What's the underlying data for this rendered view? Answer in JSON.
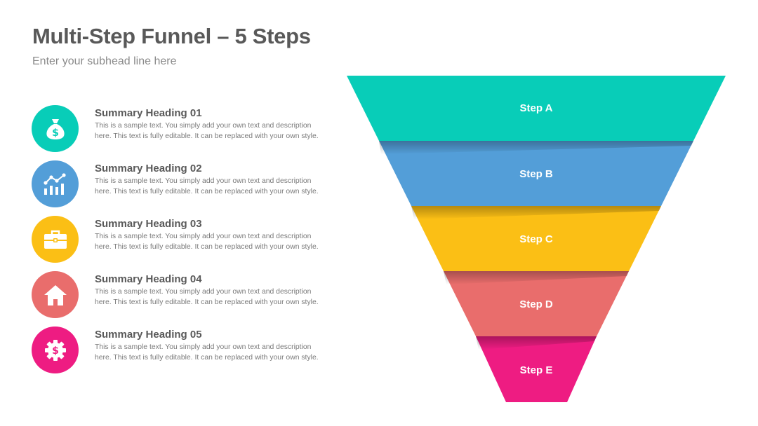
{
  "title": "Multi-Step Funnel – 5 Steps",
  "subtitle": "Enter your subhead line here",
  "summaries": [
    {
      "heading": "Summary Heading 01",
      "text": "This is a sample text. You simply add your own text and description here. This text is fully editable. It can be replaced with your own style.",
      "icon": "money-bag-icon",
      "color": "#08CDB8"
    },
    {
      "heading": "Summary Heading 02",
      "text": "This is a sample text. You simply add your own text and description here. This text is fully editable. It can be replaced with your own style.",
      "icon": "chart-icon",
      "color": "#539ED8"
    },
    {
      "heading": "Summary Heading 03",
      "text": "This is a sample text. You simply add your own text and description here. This text is fully editable. It can be replaced with your own style.",
      "icon": "briefcase-icon",
      "color": "#FBBF15"
    },
    {
      "heading": "Summary Heading 04",
      "text": "This is a sample text. You simply add your own text and description here. This text is fully editable. It can be replaced with your own style.",
      "icon": "home-icon",
      "color": "#E96D6C"
    },
    {
      "heading": "Summary Heading 05",
      "text": "This is a sample text. You simply add your own text and description here. This text is fully editable. It can be replaced with your own style.",
      "icon": "gear-dollar-icon",
      "color": "#EE1C82"
    }
  ],
  "funnel": {
    "steps": [
      {
        "label": "Step A",
        "color": "#08CDB8"
      },
      {
        "label": "Step B",
        "color": "#539ED8"
      },
      {
        "label": "Step C",
        "color": "#FBBF15"
      },
      {
        "label": "Step D",
        "color": "#E96D6C"
      },
      {
        "label": "Step E",
        "color": "#EE1C82"
      }
    ]
  }
}
